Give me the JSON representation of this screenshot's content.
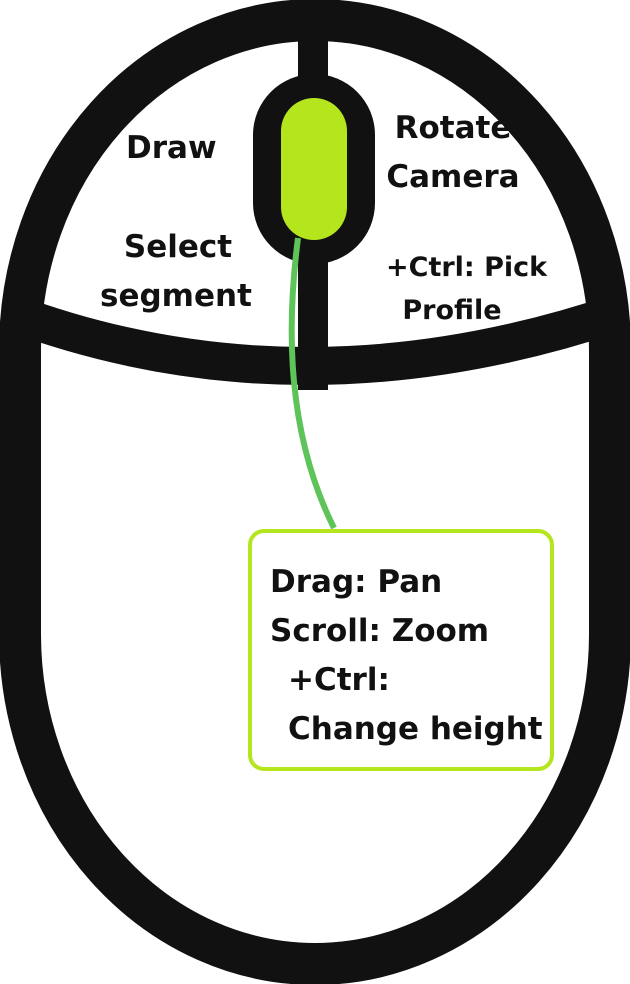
{
  "colors": {
    "outline": "#111111",
    "wheel": "#b5e61d",
    "connector": "#5ec45a",
    "box_border": "#b5e61d",
    "background": "#ffffff"
  },
  "left_button": {
    "click_label": "Draw",
    "select_line1": "Select",
    "select_line2": "segment"
  },
  "right_button": {
    "click_line1": "Rotate",
    "click_line2": "Camera",
    "ctrl_line1": "+Ctrl: Pick",
    "ctrl_line2": "Profile"
  },
  "wheel_box": {
    "drag": "Drag: Pan",
    "scroll": "Scroll: Zoom",
    "ctrl": "+Ctrl:",
    "ctrl_action": "Change height"
  }
}
